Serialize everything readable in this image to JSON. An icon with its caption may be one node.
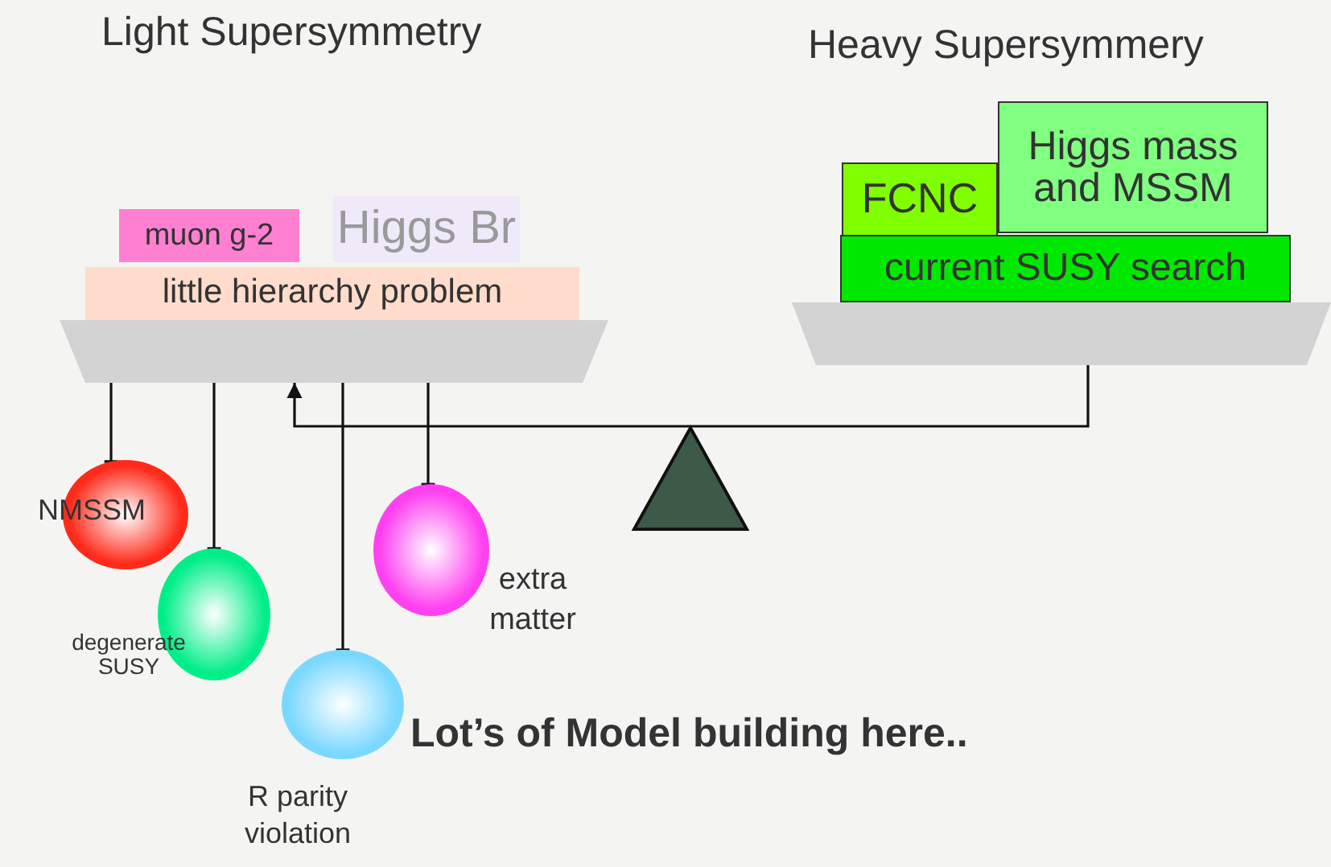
{
  "diagram": {
    "nodes": [
      {
        "text": [],
        "shape": "trapezoid"
      },
      {
        "text": [
          "muon g-2"
        ]
      },
      {
        "text": [
          "Higgs Br"
        ]
      },
      {
        "text": [
          "little hierarchy problem"
        ]
      },
      {
        "text": [],
        "shape": "trapezoid"
      },
      {
        "text": [
          "FCNC"
        ]
      },
      {
        "text": [
          "Higgs mass and MSSM"
        ]
      },
      {
        "text": [
          "current SUSY search"
        ]
      },
      {
        "text": [],
        "shape": "triangle"
      },
      {
        "text": [
          "NMSSM"
        ]
      },
      {
        "text": [
          "degenerate SUSY"
        ]
      },
      {
        "text": [],
        "shape": "circle",
        "beside": [
          "R parity violation"
        ]
      },
      {
        "text": [],
        "shape": "circle",
        "beside": [
          "extra matter"
        ]
      }
    ],
    "edges": [
      {
        "from": 4,
        "to": 0,
        "arrow": "to"
      },
      {
        "from": 0,
        "to": 9,
        "arrow": "other"
      },
      {
        "from": 0,
        "to": 10,
        "arrow": "other"
      },
      {
        "from": 0,
        "to": 11,
        "arrow": "other"
      },
      {
        "from": 0,
        "to": 12,
        "arrow": "other"
      }
    ],
    "labels": [
      "Light Supersymmetry",
      "Heavy Supersymmery",
      "Lot’s of Model building here.."
    ]
  }
}
